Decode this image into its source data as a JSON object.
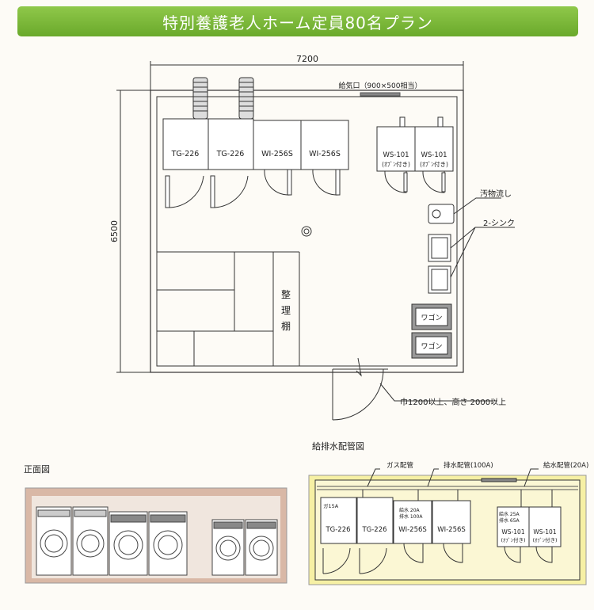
{
  "title": "特別養護老人ホーム定員80名プラン",
  "floorplan": {
    "width_dim": "7200",
    "height_dim": "6500",
    "air_intake": "給気口（900×500相当）",
    "machines": [
      "TG-226",
      "TG-226",
      "WI-256S",
      "WI-256S"
    ],
    "ws_machines": [
      {
        "model": "WS-101",
        "note": "(ｵﾌﾞﾝ付き)"
      },
      {
        "model": "WS-101",
        "note": "(ｵﾌﾞﾝ付き)"
      }
    ],
    "dirty_sink_label": "汚物流し",
    "sink_label": "2-シンク",
    "shelf_label": [
      "整",
      "理",
      "棚"
    ],
    "wagon_label": "ワゴン",
    "door_note": "巾1200以上、高さ 2000以上"
  },
  "front_view": {
    "label": "正面図"
  },
  "piping": {
    "title": "給排水配管図",
    "gas_label": "ガス配管",
    "drain_label": "排水配管(100A)",
    "supply_label": "給水配管(20A)",
    "gas_size": "ガ15A",
    "wi_supply": "給水 20A",
    "wi_drain": "排水 100A",
    "ws_supply": "給水 25A",
    "ws_drain": "排水 65A",
    "machines": [
      "TG-226",
      "TG-226",
      "WI-256S",
      "WI-256S"
    ],
    "ws_machines": [
      {
        "model": "WS-101",
        "note": "(ｵﾌﾞﾝ付き)"
      },
      {
        "model": "WS-101",
        "note": "(ｵﾌﾞﾝ付き)"
      }
    ]
  }
}
